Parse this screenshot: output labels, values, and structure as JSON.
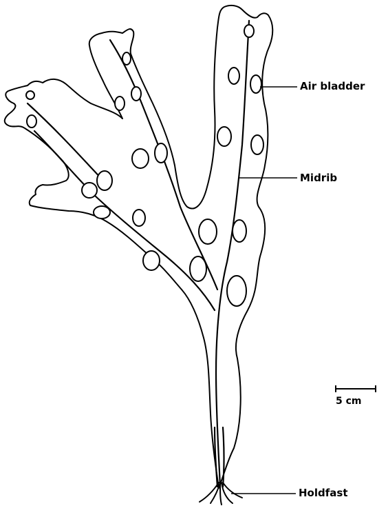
{
  "labels": {
    "air_bladder": "Air bladder",
    "midrib": "Midrib",
    "holdfast": "Holdfast"
  },
  "scale_bar": {
    "text": "5 cm"
  }
}
